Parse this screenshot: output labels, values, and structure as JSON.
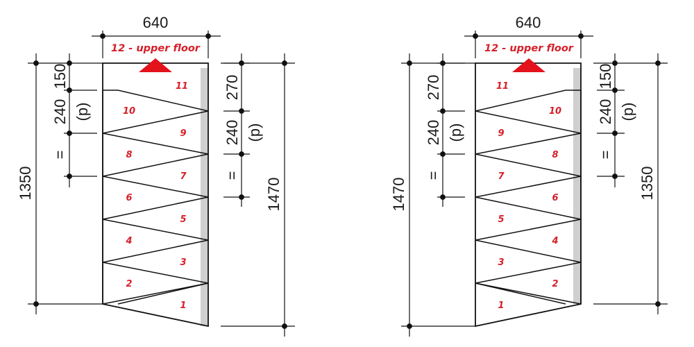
{
  "colors": {
    "line": "#111111",
    "accent": "#e3121b",
    "rail": "#cfcfcf",
    "text_red": "#d6202a"
  },
  "left_stair": {
    "width_label": "640",
    "upper_floor_label": "12 - upper floor",
    "total_left_label": "1350",
    "total_right_label": "1470",
    "first_riser_label": "150",
    "going_label": "240",
    "p_label": "(p)",
    "equal_label": "=",
    "right_first_label": "270",
    "right_going_label": "240",
    "right_p_label": "(p)",
    "right_equal_label": "=",
    "steps": [
      "1",
      "2",
      "3",
      "4",
      "5",
      "6",
      "7",
      "8",
      "9",
      "10",
      "11"
    ]
  },
  "right_stair": {
    "width_label": "640",
    "upper_floor_label": "12 - upper floor",
    "total_left_label": "1470",
    "total_right_label": "1350",
    "first_riser_label": "270",
    "going_label": "240",
    "p_label": "(p)",
    "equal_label": "=",
    "right_first_label": "150",
    "right_going_label": "240",
    "right_p_label": "(p)",
    "right_equal_label": "=",
    "steps": [
      "1",
      "2",
      "3",
      "4",
      "5",
      "6",
      "7",
      "8",
      "9",
      "10",
      "11"
    ]
  }
}
